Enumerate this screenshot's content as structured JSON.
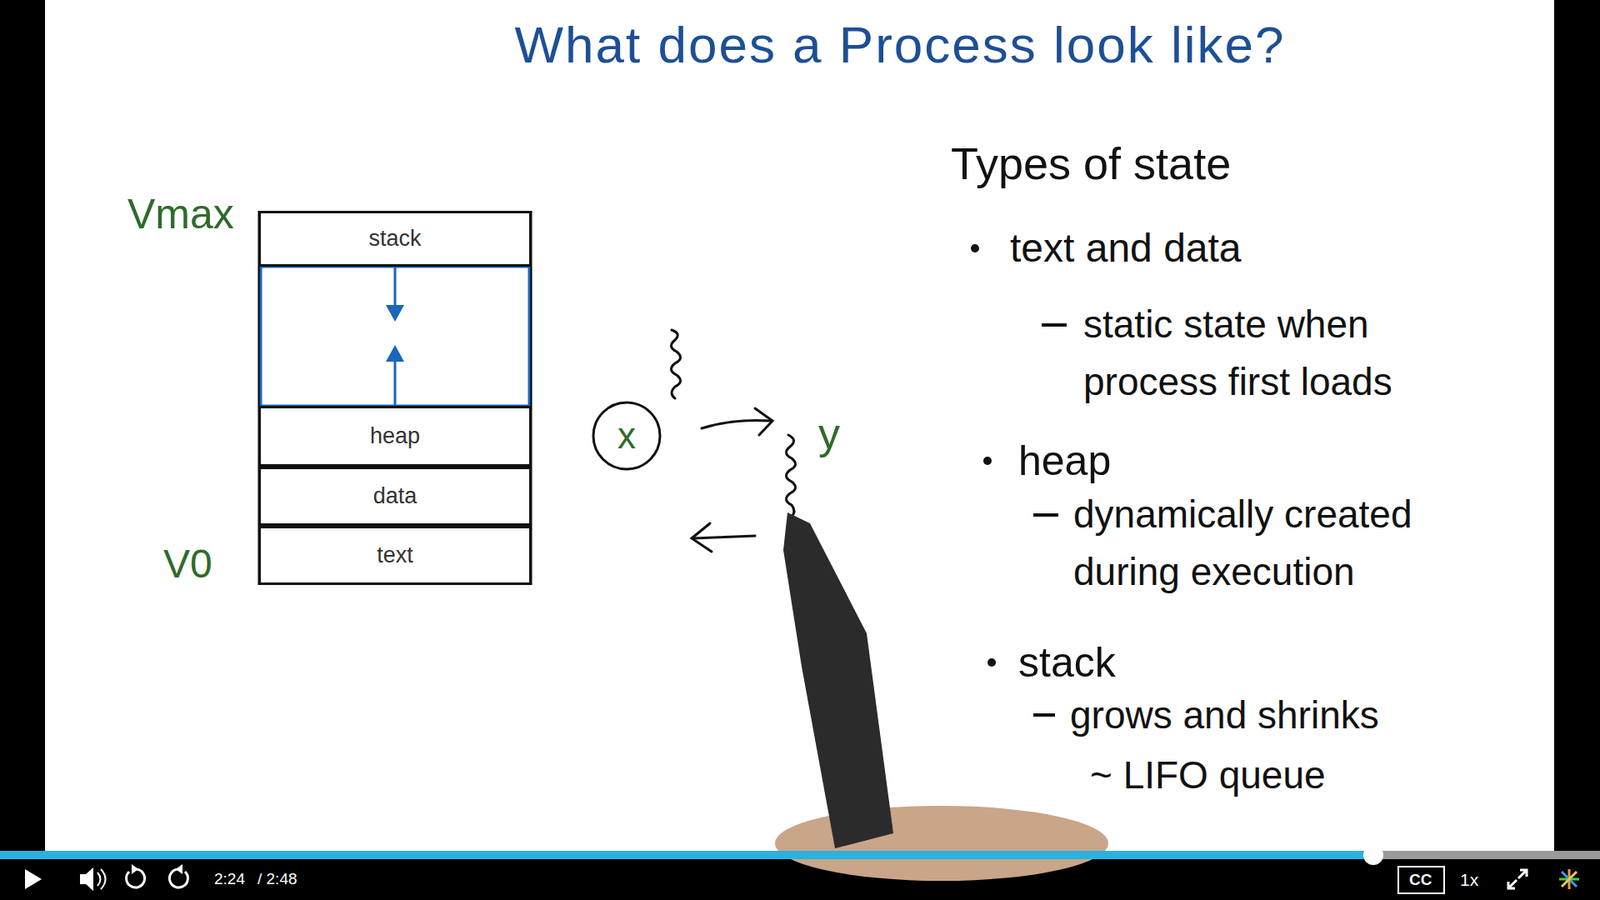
{
  "diagram": {
    "title": "What does a Process look like?",
    "nodes": [
      {
        "text": [
          "stack"
        ]
      },
      {
        "text": [
          "heap"
        ]
      },
      {
        "text": [
          "data"
        ]
      },
      {
        "text": [
          "text"
        ]
      },
      {
        "text": [
          "x"
        ]
      }
    ],
    "labels": [
      "Vmax",
      "V0",
      "y",
      "Types of state",
      "text and data",
      "static state when process first loads",
      "heap",
      "dynamically created during execution",
      "stack",
      "grows and shrinks",
      "~ LIFO queue",
      "2:24",
      "/ 2:48",
      "CC",
      "1x"
    ]
  }
}
